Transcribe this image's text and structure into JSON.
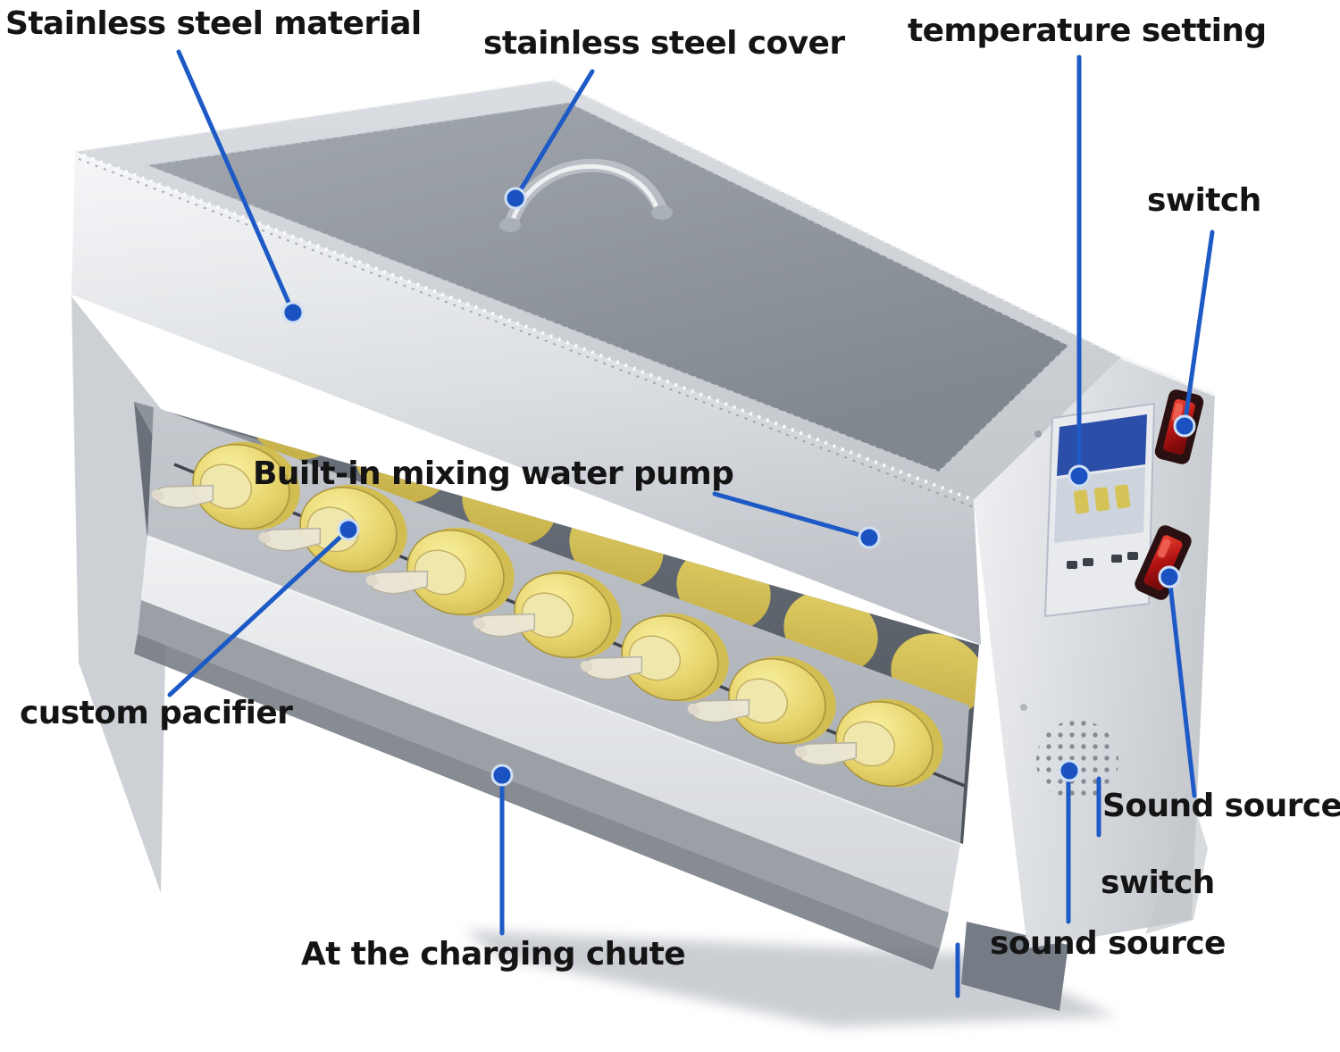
{
  "annotations": {
    "material": {
      "label": "Stainless steel material"
    },
    "cover": {
      "label": "stainless steel cover"
    },
    "temperature": {
      "label": "temperature setting"
    },
    "switch_top": {
      "label": "switch"
    },
    "water_pump": {
      "label": "Built-in mixing water pump"
    },
    "pacifier": {
      "label": "custom pacifier"
    },
    "chute": {
      "label": "At the charging chute"
    },
    "sound_source_upper": {
      "label": "Sound source"
    },
    "switch_bottom": {
      "label": "switch"
    },
    "sound_source_lower": {
      "label": "sound source"
    }
  },
  "colors": {
    "callout_blue": "#1d5ac6",
    "callout_dot": "#1a52c2",
    "switch_red": "#c42020",
    "bottle_yellow": "#e7d66a",
    "steel_light": "#e3e5e8",
    "steel_dark": "#9aa0a8",
    "display_blue": "#2b4fa8",
    "text_black": "#141414",
    "background": "#ffffff"
  }
}
